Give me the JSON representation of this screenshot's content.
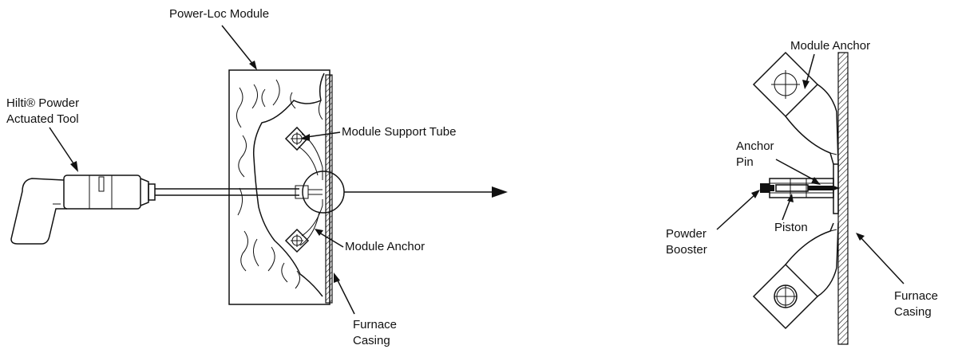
{
  "labels": {
    "power_loc_module": "Power-Loc Module",
    "hilti_tool_line1": "Hilti® Powder",
    "hilti_tool_line2": "Actuated Tool",
    "module_support_tube": "Module Support Tube",
    "module_anchor_left": "Module Anchor",
    "furnace_casing_left_line1": "Furnace",
    "furnace_casing_left_line2": "Casing",
    "module_anchor_right": "Module Anchor",
    "anchor_pin_line1": "Anchor",
    "anchor_pin_line2": "Pin",
    "piston": "Piston",
    "powder_booster_line1": "Powder",
    "powder_booster_line2": "Booster",
    "furnace_casing_right_line1": "Furnace",
    "furnace_casing_right_line2": "Casing"
  }
}
